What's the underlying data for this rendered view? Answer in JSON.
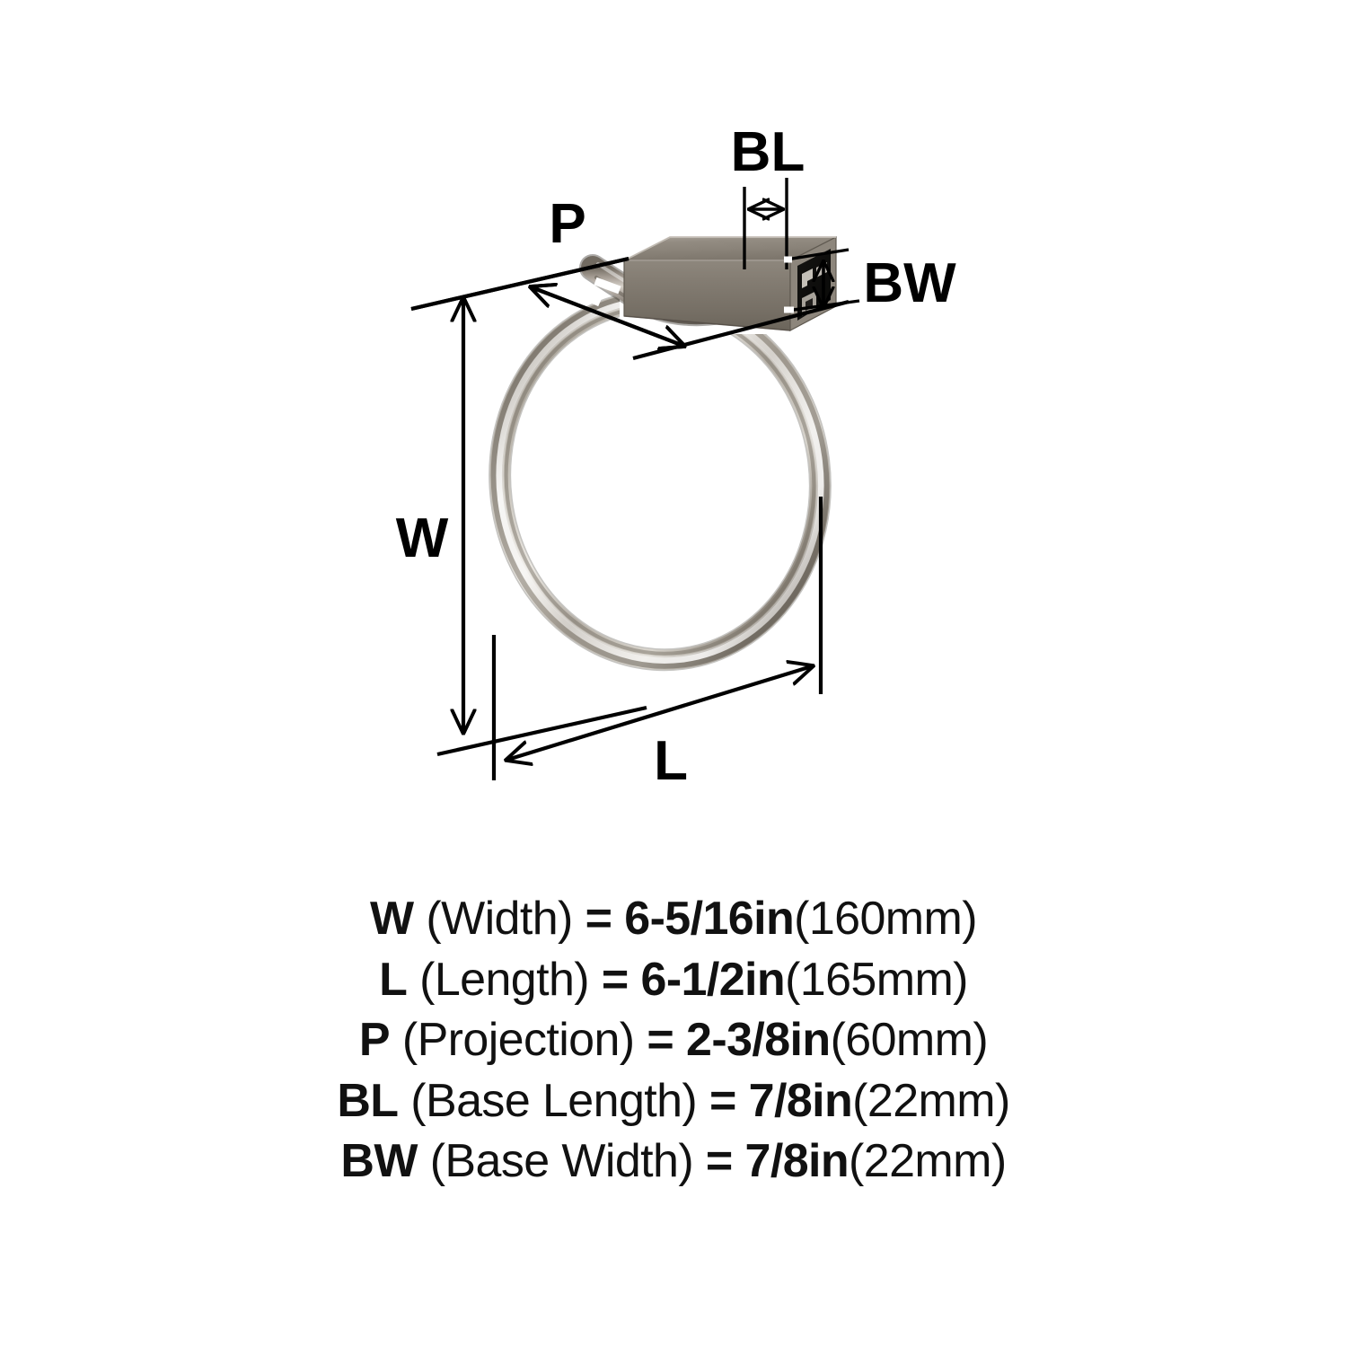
{
  "product": {
    "name": "towel-ring",
    "finish": "brushed-nickel"
  },
  "diagram": {
    "labels": {
      "w": "W",
      "l": "L",
      "p": "P",
      "bl": "BL",
      "bw": "BW"
    }
  },
  "legend": {
    "rows": [
      {
        "symbol": "W",
        "name": "(Width)",
        "equals": "=",
        "value": "6-5/16in",
        "metric": "(160mm)"
      },
      {
        "symbol": "L",
        "name": "(Length)",
        "equals": "=",
        "value": "6-1/2in",
        "metric": "(165mm)"
      },
      {
        "symbol": "P",
        "name": "(Projection)",
        "equals": "=",
        "value": "2-3/8in",
        "metric": "(60mm)"
      },
      {
        "symbol": "BL",
        "name": "(Base Length)",
        "equals": "=",
        "value": "7/8in",
        "metric": "(22mm)"
      },
      {
        "symbol": "BW",
        "name": "(Base Width)",
        "equals": "=",
        "value": "7/8in",
        "metric": "(22mm)"
      }
    ]
  },
  "colors": {
    "background": "#ffffff",
    "line": "#000000",
    "text": "#111111",
    "metal_light": "#e9e6e1",
    "metal_mid": "#a8a098",
    "metal_dark": "#5f594f",
    "bracket_top": "#8d867c",
    "bracket_front": "#7d766c",
    "bracket_cavity": "#131210"
  }
}
